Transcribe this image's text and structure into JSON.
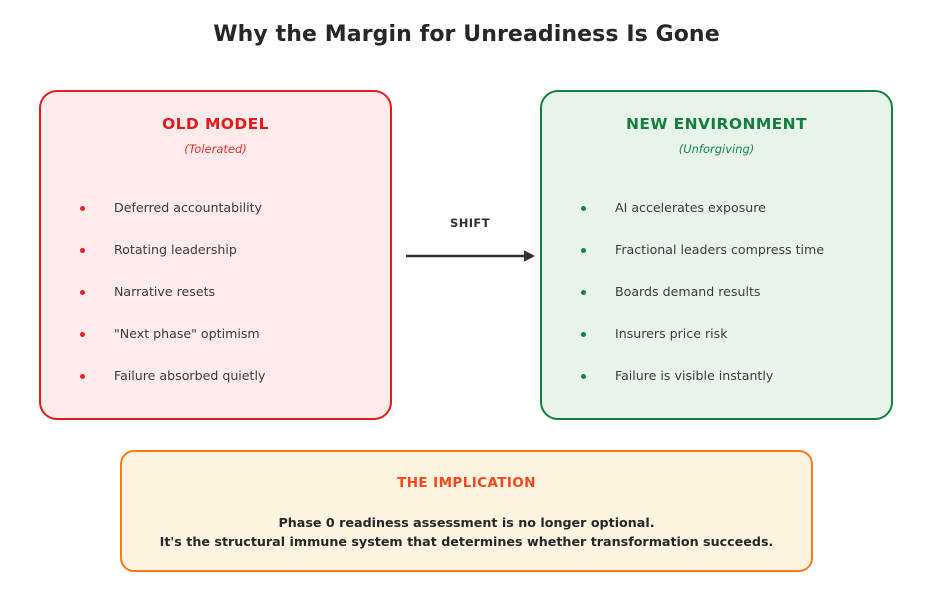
{
  "title": "Why the Margin for Unreadiness Is Gone",
  "colors": {
    "old_border": "#e41b1b",
    "old_fill": "#fdeaea",
    "old_accent": "#e41b1b",
    "new_border": "#12803c",
    "new_fill": "#e8f4ea",
    "new_accent": "#12803c",
    "implication_border": "#f57c17",
    "implication_fill": "#fdf4e0",
    "implication_accent": "#f4481c",
    "arrow": "#2e2e33",
    "text": "#3a3a3e"
  },
  "old_model": {
    "heading": "OLD MODEL",
    "subtitle": "(Tolerated)",
    "items": [
      "Deferred accountability",
      "Rotating leadership",
      "Narrative resets",
      "\"Next phase\" optimism",
      "Failure absorbed quietly"
    ]
  },
  "new_environment": {
    "heading": "NEW ENVIRONMENT",
    "subtitle": "(Unforgiving)",
    "items": [
      "AI accelerates exposure",
      "Fractional leaders compress time",
      "Boards demand results",
      "Insurers price risk",
      "Failure is visible instantly"
    ]
  },
  "shift": {
    "label": "SHIFT",
    "icon": "arrow-right-icon"
  },
  "implication": {
    "heading": "THE IMPLICATION",
    "line1": "Phase 0 readiness assessment is no longer optional.",
    "line2": "It's the structural immune system that determines whether transformation succeeds."
  }
}
